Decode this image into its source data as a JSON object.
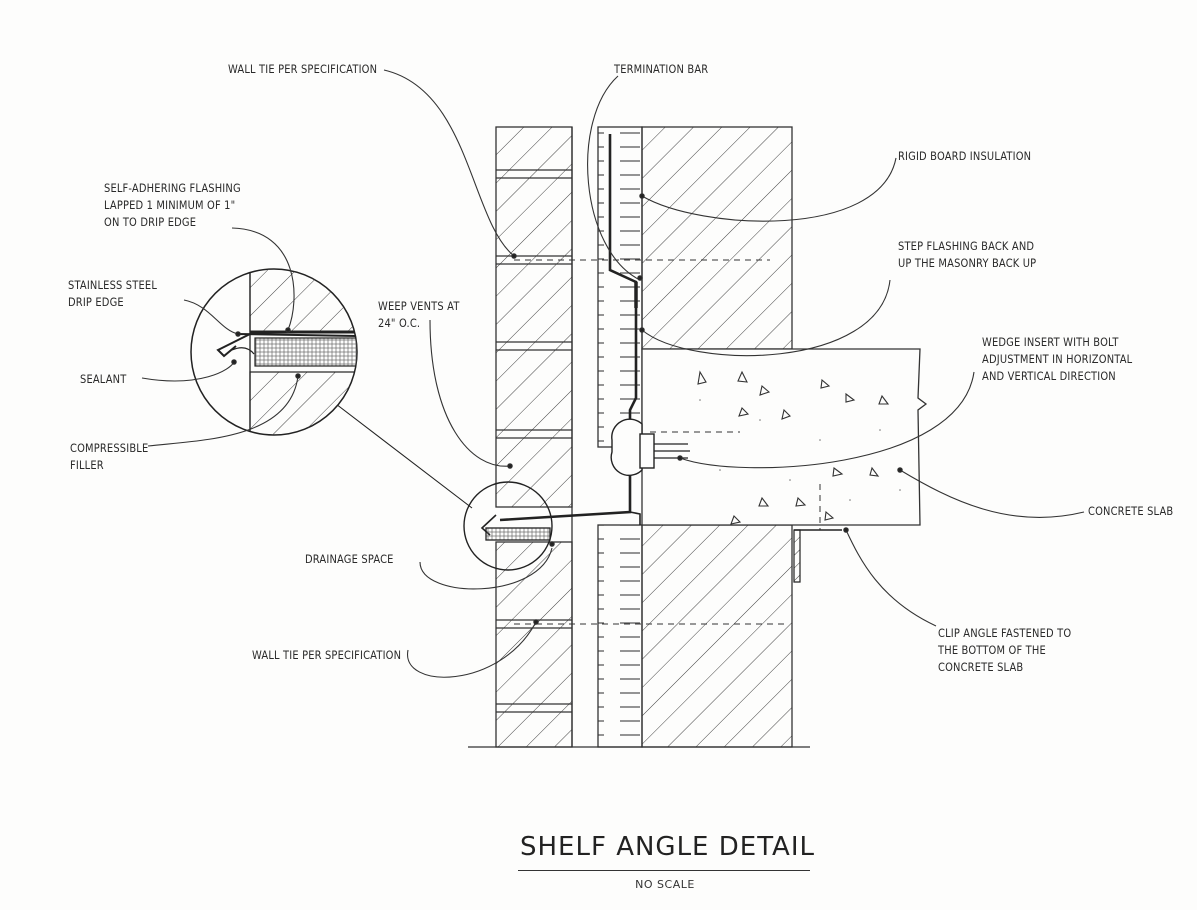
{
  "title": "SHELF ANGLE DETAIL",
  "scale_note": "NO SCALE",
  "callouts": {
    "wall_tie_top": [
      "WALL TIE PER SPECIFICATION"
    ],
    "termination_bar": [
      "TERMINATION BAR"
    ],
    "rigid_board": [
      "RIGID BOARD INSULATION"
    ],
    "self_adhering": [
      "SELF-ADHERING FLASHING",
      "LAPPED 1 MINIMUM OF 1\"",
      "ON TO DRIP EDGE"
    ],
    "stainless_drip": [
      "STAINLESS STEEL",
      "DRIP EDGE"
    ],
    "sealant": [
      "SEALANT"
    ],
    "compressible": [
      "COMPRESSIBLE",
      "FILLER"
    ],
    "weep_vents": [
      "WEEP VENTS AT",
      "24\" O.C."
    ],
    "step_flashing": [
      "STEP FLASHING BACK AND",
      "UP THE MASONRY BACK UP"
    ],
    "wedge_insert": [
      "WEDGE INSERT WITH BOLT",
      "ADJUSTMENT IN HORIZONTAL",
      "AND VERTICAL DIRECTION"
    ],
    "concrete_slab": [
      "CONCRETE SLAB"
    ],
    "drainage_space": [
      "DRAINAGE SPACE"
    ],
    "clip_angle": [
      "CLIP ANGLE FASTENED TO",
      "THE BOTTOM OF THE",
      "CONCRETE SLAB"
    ],
    "wall_tie_bottom": [
      "WALL TIE PER SPECIFICATION"
    ]
  },
  "colors": {
    "ink": "#2a2a2a",
    "paper": "#fdfdfc"
  }
}
